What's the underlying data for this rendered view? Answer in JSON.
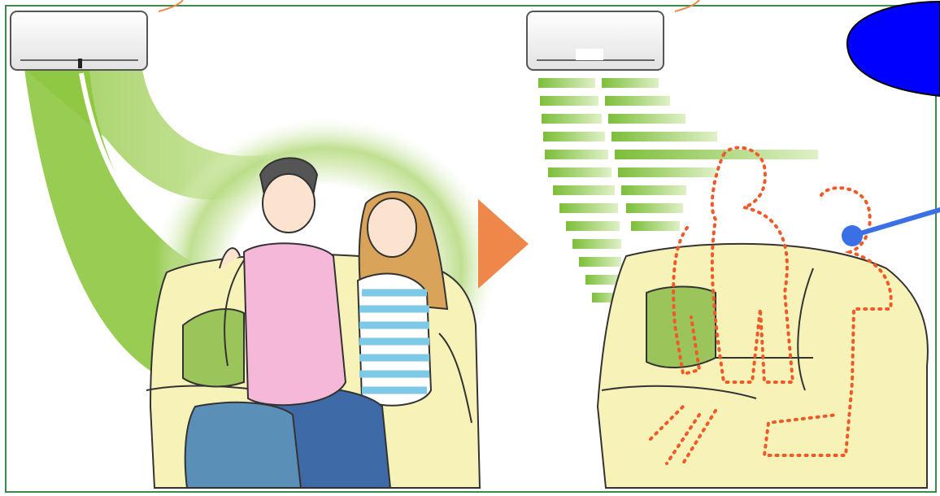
{
  "scene": {
    "left_panel": "occupied-room",
    "right_panel": "empty-room",
    "arrow_direction": "right"
  },
  "colors": {
    "frame": "#3a8a4a",
    "airflow_green": "#8dc63f",
    "sofa_yellow": "#f7f3b8",
    "cushion_green": "#9bc45a",
    "arrow_orange": "#f0874a",
    "outline_dotted": "#f05a28",
    "callout_blue": "#0000ff",
    "pointer_blue": "#3a6fe6",
    "man_sweater": "#f5b8d8",
    "woman_stripes": "#7ec8e8",
    "jeans": "#3e6aa8"
  },
  "icons": [
    "air-conditioner-icon",
    "airflow-icon",
    "arrow-right-icon",
    "callout-bubble-icon"
  ]
}
